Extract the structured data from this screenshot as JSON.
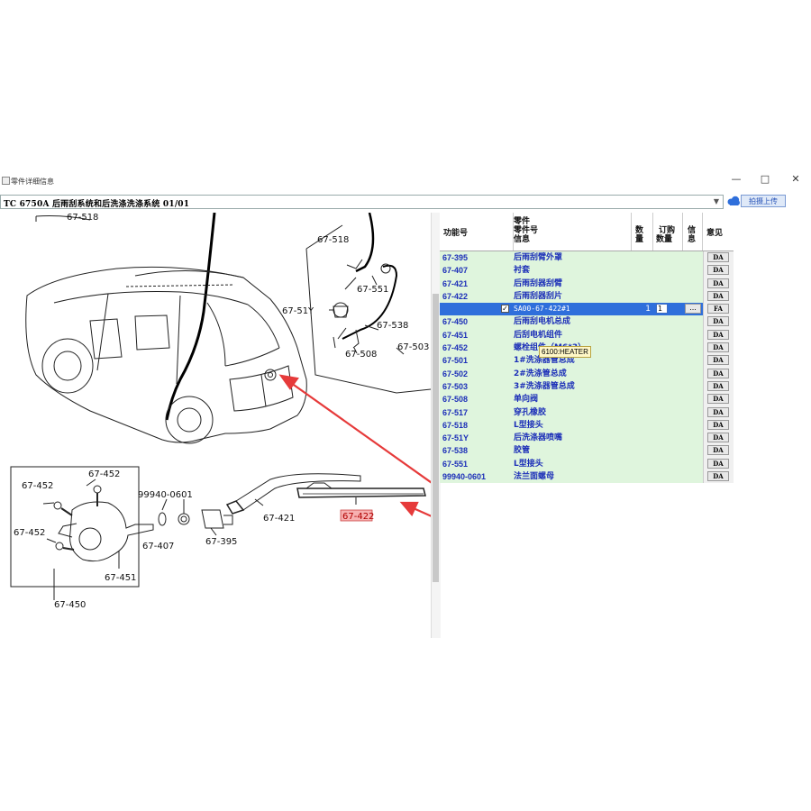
{
  "window": {
    "title": "零件详细信息",
    "minimize": "—",
    "maximize": "□",
    "close": "✕"
  },
  "combo": {
    "value": "TC 6750A 后雨刮系统和后洗涤洗涤系统 01/01"
  },
  "upload_button": "拍摄上传",
  "grid": {
    "headers": {
      "code": "功能号",
      "part_line1": "零件",
      "part_line2": "零件号",
      "part_line3": "信息",
      "qty_line1": "数",
      "qty_line2": "量",
      "order_line1": "订购",
      "order_line2": "数量",
      "info_line1": "信",
      "info_line2": "息",
      "opinion": "意见"
    },
    "rows": [
      {
        "code": "67-395",
        "name": "后雨刮臂外罩",
        "opt": "DA"
      },
      {
        "code": "67-407",
        "name": "衬套",
        "opt": "DA"
      },
      {
        "code": "67-421",
        "name": "后雨刮器刮臂",
        "opt": "DA"
      },
      {
        "code": "67-422",
        "name": "后雨刮器刮片",
        "opt": "DA"
      },
      {
        "code": "",
        "name": "SA00-67-422#1",
        "qty": "1",
        "order": "1",
        "info": "...",
        "opt": "FA"
      },
      {
        "code": "67-450",
        "name": "后雨刮电机总成",
        "opt": "DA"
      },
      {
        "code": "67-451",
        "name": "后刮电机组件",
        "opt": "DA"
      },
      {
        "code": "67-452",
        "name": "螺栓组件（M6*3）",
        "opt": "DA"
      },
      {
        "code": "67-501",
        "name": "1#洗涤器管总成",
        "opt": "DA"
      },
      {
        "code": "67-502",
        "name": "2#洗涤管总成",
        "opt": "DA"
      },
      {
        "code": "67-503",
        "name": "3#洗涤器管总成",
        "opt": "DA"
      },
      {
        "code": "67-508",
        "name": "单向阀",
        "opt": "DA"
      },
      {
        "code": "67-517",
        "name": "穿孔橡胶",
        "opt": "DA"
      },
      {
        "code": "67-518",
        "name": "L型接头",
        "opt": "DA"
      },
      {
        "code": "67-51Y",
        "name": "后洗涤器喷嘴",
        "opt": "DA"
      },
      {
        "code": "67-538",
        "name": "胶管",
        "opt": "DA"
      },
      {
        "code": "67-551",
        "name": "L型接头",
        "opt": "DA"
      },
      {
        "code": "99940-0601",
        "name": "法兰面螺母",
        "opt": "DA"
      }
    ]
  },
  "tooltip": "6100:HEATER",
  "diagram": {
    "labels": {
      "l_518top": "67-518",
      "l_518": "67-518",
      "l_551": "67-551",
      "l_51y": "67-51Y",
      "l_538": "67-538",
      "l_503": "67-503",
      "l_508": "67-508",
      "l_452a": "67-452",
      "l_452b": "67-452",
      "l_452c": "67-452",
      "l_0601": "99940-0601",
      "l_407": "67-407",
      "l_395": "67-395",
      "l_421": "67-421",
      "l_422": "67-422",
      "l_451": "67-451",
      "l_450": "67-450"
    }
  },
  "colors": {
    "row_green": "#dff5dd",
    "selected_blue": "#2f6fdb",
    "code_text": "#1c2fb8",
    "arrow_red": "#e63a3a",
    "highlight_label": "#f7b0b0"
  }
}
